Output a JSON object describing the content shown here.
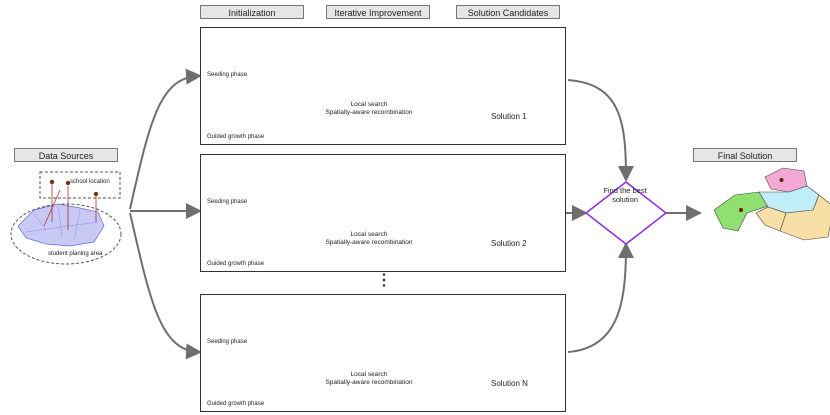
{
  "headers": {
    "initialization": "Initialization",
    "iterative_improvement": "Iterative Improvement",
    "solution_candidates": "Solution Candidates",
    "data_sources": "Data Sources",
    "final_solution": "Final Solution"
  },
  "data_sources": {
    "school_location": "school location",
    "planning_area": "student planing area"
  },
  "panels": [
    {
      "seeding": "Seeding phase",
      "growth": "Guided growth phase",
      "local_search": "Local search",
      "recombination": "Spatially-aware recombination",
      "solution": "Solution 1"
    },
    {
      "seeding": "Seeding phase",
      "growth": "Guided growth phase",
      "local_search": "Local search",
      "recombination": "Spatially-aware recombination",
      "solution": "Solution 2"
    },
    {
      "seeding": "Seeding phase",
      "growth": "Guided growth phase",
      "local_search": "Local search",
      "recombination": "Spatially-aware recombination",
      "solution": "Solution N"
    }
  ],
  "ellipsis": "⋮",
  "find_best": "Find the best solution",
  "colors": {
    "pink": "#f3a8d6",
    "green": "#8fe070",
    "cyan": "#bfeef7",
    "tan": "#f7dfa6",
    "gray": "#d9d9d9",
    "red": "#e23a3a",
    "purple": "#8b2be2",
    "arrow": "#6f6f6f",
    "map_blue": "#c9c9f5"
  }
}
